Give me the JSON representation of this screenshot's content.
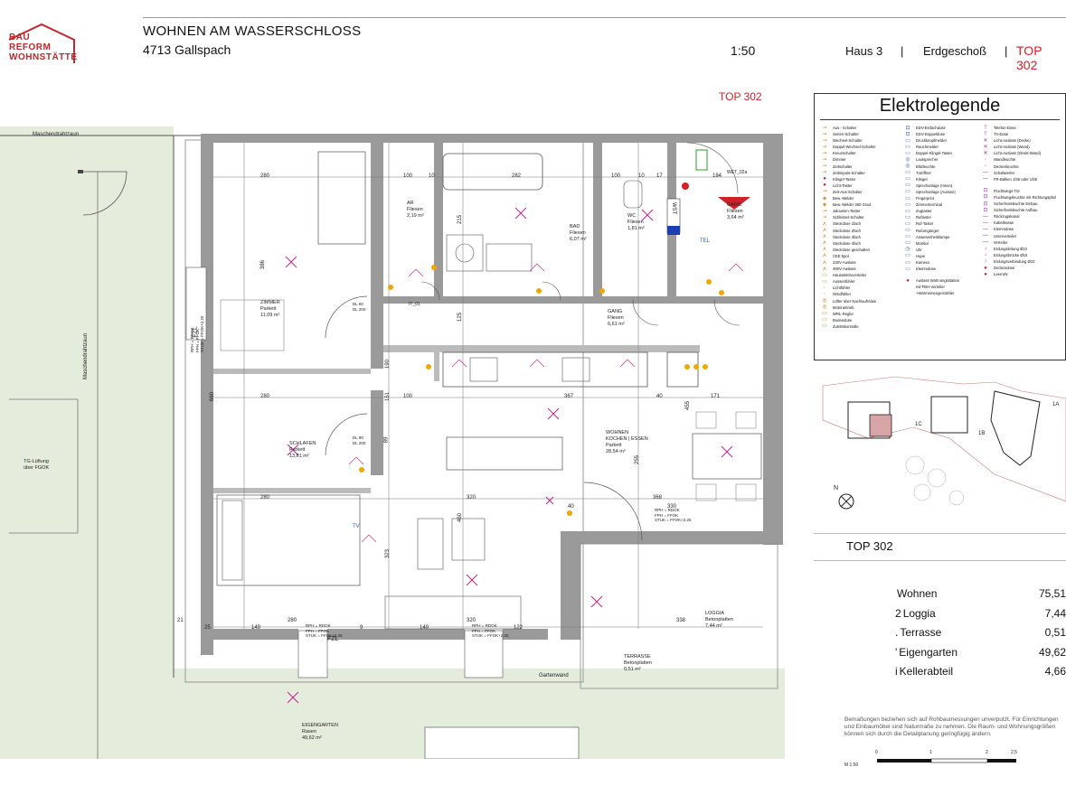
{
  "header": {
    "logo_lines": [
      "BAU",
      "REFORM",
      "WOHNSTÄTTE"
    ],
    "project_title": "WOHNEN AM WASSERSCHLOSS",
    "project_address": "4713 Gallspach",
    "scale": "1:50",
    "house": "Haus 3",
    "separator": "|",
    "floor": "Erdgeschoß",
    "unit": "TOP 302",
    "accent_color": "#d42027"
  },
  "plan": {
    "top_marker": "TOP 302",
    "fence_top": "Maschendrahtzaun",
    "fence_side": "Maschendrahtzaun",
    "tg_vent": "TG-Lüftung\nüber FGOK",
    "garden_marker": "Gartenwand",
    "rooms": [
      {
        "id": "zimmer",
        "name": "ZIMMER\nParkett\n11,09 m²"
      },
      {
        "id": "ar",
        "name": "AR\nFliesen\n2,19 m²"
      },
      {
        "id": "bad",
        "name": "BAD\nFliesen\n6,07 m²"
      },
      {
        "id": "wc",
        "name": "WC\nFliesen\n1,81 m²"
      },
      {
        "id": "gard",
        "name": "GARD.\nFliesen\n3,64 m²"
      },
      {
        "id": "gang",
        "name": "GANG\nFliesen\n6,61 m²"
      },
      {
        "id": "schlafen",
        "name": "SCHLAFEN\nParkett\n13,81 m²"
      },
      {
        "id": "wohnen",
        "name": "WOHNEN\nKOCHEN | ESSEN\nParkett\n28,54 m²"
      },
      {
        "id": "loggia",
        "name": "LOGGIA\nBetonplatten\n7,44 m²"
      },
      {
        "id": "terrasse",
        "name": "TERRASSE\nBetonplatten\n0,51 m²"
      },
      {
        "id": "eigengarten",
        "name": "EIGENGARTEN\nRasen\n49,62 m²"
      }
    ],
    "dims": {
      "d280a": "280",
      "d100a": "100",
      "d10a": "10",
      "d282": "282",
      "d100b": "100",
      "d10b": "10",
      "d17": "17",
      "d184": "184",
      "d386": "386",
      "d215": "215",
      "d125": "125",
      "d89": "89",
      "d151": "151",
      "d190": "190",
      "d280b": "280",
      "d100c": "100",
      "d367": "367",
      "d40a": "40",
      "d171": "171",
      "d455": "455",
      "d660": "660",
      "d280c": "280",
      "d320a": "320",
      "d368": "368",
      "d330": "330",
      "d40b": "40",
      "d460": "460",
      "d323": "323",
      "d255": "255",
      "d280d": "280",
      "d149a": "149",
      "d149b": "149",
      "d320b": "320",
      "d122": "122",
      "d338": "338",
      "d21": "21",
      "d25": "25",
      "d9": "9"
    },
    "windows": {
      "w1": "RPH = RDOK\nFPH = FFOK\nSTUK = FFOK+2,25",
      "w2": "RPH = RDOK\nFPH = FFOK\nSTUK = FFOK+2,25",
      "w3": "RPH = RDOK\nFPH = FFOK\nSTUK = FFOK+2,25",
      "w4": "RPH = RDOK\nFPH = FFOK\nSTUK = FFOK+2,25",
      "fzl_a": "FZL",
      "fzl_b": "FZL"
    },
    "doors": {
      "dl1": "DL 80\nDL 200",
      "dl2": "DL 80\nDL 200",
      "it": "IT_01",
      "wst": "WST",
      "wet": "WET_02a",
      "tel": "TEL",
      "tv": "TV"
    }
  },
  "legend": {
    "title": "Elektrolegende",
    "col1": [
      {
        "icon": "⊸",
        "label": "Aus - Schalter"
      },
      {
        "icon": "⊸",
        "label": "Serien-Schalter"
      },
      {
        "icon": "⊸",
        "label": "Wechsel-Schalter"
      },
      {
        "icon": "⊸",
        "label": "Doppel-Wechsel-Schalter"
      },
      {
        "icon": "⊸",
        "label": "Kreuzschalter"
      },
      {
        "icon": "⊸",
        "label": "Dimmer"
      },
      {
        "icon": "⊸",
        "label": "Zeitschalter"
      },
      {
        "icon": "⊸",
        "label": "Zeitimpuls-Schalter"
      },
      {
        "icon": "●",
        "label": "Klingel-Taster"
      },
      {
        "icon": "●",
        "label": "Licht-Taster"
      },
      {
        "icon": "⊸",
        "label": "Zeit-Aus-Schalter"
      },
      {
        "icon": "◈",
        "label": "Bew.-Melder"
      },
      {
        "icon": "◈",
        "label": "Bew.-Melder 360 Grad"
      },
      {
        "icon": "⊸",
        "label": "Jalousien-Taster"
      },
      {
        "icon": "⊸",
        "label": "Schlüssel-Schalter"
      },
      {
        "icon": "⋏",
        "label": "Steckdose 1fach"
      },
      {
        "icon": "⋏",
        "label": "Steckdose 2fach"
      },
      {
        "icon": "⋏",
        "label": "Steckdose 3fach"
      },
      {
        "icon": "⋏",
        "label": "Steckdose 4fach"
      },
      {
        "icon": "⋏",
        "label": "Steckdose geschalten"
      },
      {
        "icon": "⋏",
        "label": "CEE 5pol"
      },
      {
        "icon": "⋏",
        "label": "230V-Auslass"
      },
      {
        "icon": "⋏",
        "label": "400V-Auslass"
      },
      {
        "icon": "▭",
        "label": "Hauselektroverteiler"
      },
      {
        "icon": "▭",
        "label": "Aussenfühler"
      },
      {
        "icon": "◦",
        "label": "Lichtfühler"
      },
      {
        "icon": "◦",
        "label": "Windfühler"
      },
      {
        "icon": "◎",
        "label": "Lüfter über Nachlaufrelais"
      },
      {
        "icon": "◎",
        "label": "Motorantrieb"
      },
      {
        "icon": "▭",
        "label": "WRL-Regler"
      },
      {
        "icon": "▭",
        "label": "Bodendose"
      },
      {
        "icon": "▭",
        "label": "Zutrittskontrolle"
      }
    ],
    "col2": [
      {
        "icon": "⊡",
        "label": "EDV-Einfachdose"
      },
      {
        "icon": "⊡",
        "label": "EDV-Doppeldose"
      },
      {
        "icon": "▭",
        "label": "Druckknopfmelder"
      },
      {
        "icon": "▭",
        "label": "Rauchmelder"
      },
      {
        "icon": "▭",
        "label": "Doppel-Klingel-Taster"
      },
      {
        "icon": "◎",
        "label": "Lautsprecher"
      },
      {
        "icon": "◎",
        "label": "Blitzleuchte"
      },
      {
        "icon": "▭",
        "label": "Türöffner"
      },
      {
        "icon": "▭",
        "label": "Klingel"
      },
      {
        "icon": "▭",
        "label": "Sprechanlage (Innen)"
      },
      {
        "icon": "▭",
        "label": "Sprechanlage (Aussen)"
      },
      {
        "icon": "▭",
        "label": "Fingerprint"
      },
      {
        "icon": "▭",
        "label": "Zimmerterminal"
      },
      {
        "icon": "▭",
        "label": "Zugtaster"
      },
      {
        "icon": "▭",
        "label": "Ruftaster"
      },
      {
        "icon": "▭",
        "label": "Ruf-Taster"
      },
      {
        "icon": "▭",
        "label": "Rufumgänger"
      },
      {
        "icon": "▭",
        "label": "Anwesenheitslampe"
      },
      {
        "icon": "▭",
        "label": "Monitor"
      },
      {
        "icon": "◷",
        "label": "Uhr"
      },
      {
        "icon": "▭",
        "label": "Hupe"
      },
      {
        "icon": "▭",
        "label": "Kamera"
      },
      {
        "icon": "▭",
        "label": "Klemmdose"
      },
      {
        "icon": "",
        "label": ""
      },
      {
        "icon": "●",
        "label": "Auslass Wohnungsstation"
      },
      {
        "icon": "",
        "label": "mit FBH-Verteiler"
      },
      {
        "icon": "",
        "label": "+Wärmemengenzähler"
      }
    ],
    "col3": [
      {
        "icon": "⊤",
        "label": "Telefon-Dose"
      },
      {
        "icon": "⊤",
        "label": "TV-Dose"
      },
      {
        "icon": "✕",
        "label": "Licht-Auslass (Decke)"
      },
      {
        "icon": "✕",
        "label": "Licht-Auslass (Wand)"
      },
      {
        "icon": "✕",
        "label": "Licht-Auslass (Direkt-Wand)"
      },
      {
        "icon": "◦",
        "label": "Wandleuchte"
      },
      {
        "icon": "◦",
        "label": "Deckenleuchte"
      },
      {
        "icon": "—",
        "label": "Schaltwerter"
      },
      {
        "icon": "—",
        "label": "FR-Balken 1/36 oder 1/58"
      },
      {
        "icon": "",
        "label": ""
      },
      {
        "icon": "⊡",
        "label": "Fluchtwegs-Tür"
      },
      {
        "icon": "⊡",
        "label": "Fluchtwegsleuchte mit Richtungspfeil"
      },
      {
        "icon": "⊡",
        "label": "Sicherheitsleuchte Einbau"
      },
      {
        "icon": "⊡",
        "label": "Sicherheitsleuchte Aufbau"
      },
      {
        "icon": "—",
        "label": "Rückzugskanal"
      },
      {
        "icon": "—",
        "label": "Kabeltrasse"
      },
      {
        "icon": "—",
        "label": "Klemmdose"
      },
      {
        "icon": "—",
        "label": "Unterverteiler"
      },
      {
        "icon": "—",
        "label": "Verteiler"
      },
      {
        "icon": "↓",
        "label": "Erdungsleitung Ø10"
      },
      {
        "icon": "↓",
        "label": "Erdungsbrücke Ø10"
      },
      {
        "icon": "↓",
        "label": "Erdungsverbindung Ø10"
      },
      {
        "icon": "●",
        "label": "Deckendose"
      },
      {
        "icon": "●",
        "label": "Leerrohr"
      }
    ]
  },
  "site_plan": {
    "label_1c": "1C",
    "label_1b": "1B",
    "label_1a": "1A",
    "north": "N"
  },
  "summary": {
    "unit": "TOP 302",
    "rows": [
      {
        "prefix": "",
        "label": "Wohnen",
        "value": "75,51"
      },
      {
        "prefix": "2",
        "label": "Loggia",
        "value": "7,44"
      },
      {
        "prefix": ".",
        "label": "Terrasse",
        "value": "0,51"
      },
      {
        "prefix": "'",
        "label": "Eigengarten",
        "value": "49,62"
      },
      {
        "prefix": "i",
        "label": "Kellerabteil",
        "value": "4,66"
      }
    ],
    "disclaimer": "Bemaßungen beziehen sich auf Rohbaumessungen unverputzt. Für Einrichtungen und Einbaumöbel sind Naturmaße zu nehmen. Die Raum- und Wohnungsgrößen können sich durch die Detailplanung geringfügig ändern.",
    "scalebar_ticks": [
      "0",
      "1",
      "2",
      "2,5"
    ],
    "scalebar_label": "M 1:50"
  }
}
